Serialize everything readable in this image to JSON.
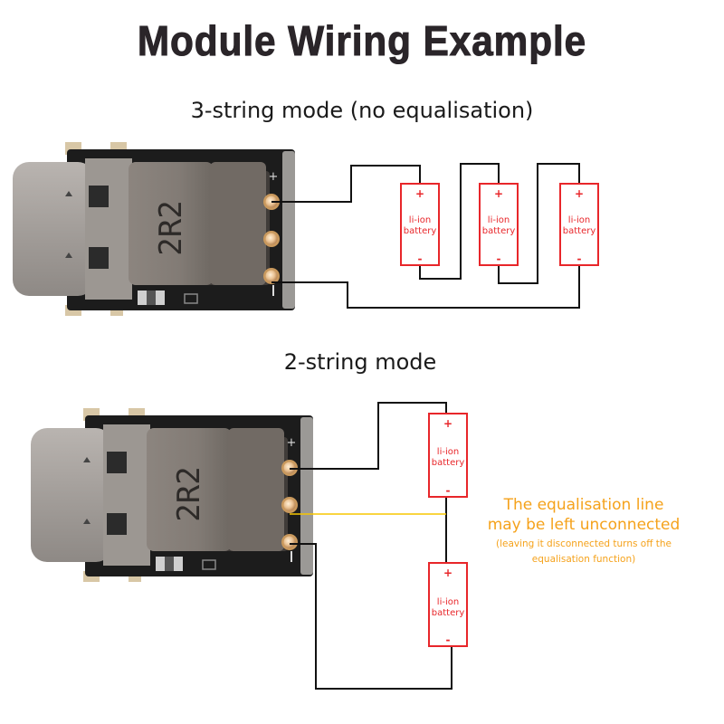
{
  "title": "Module Wiring Example",
  "sections": [
    {
      "heading": "3-string mode (no equalisation)",
      "module": {
        "inductor_marking": "2R2",
        "pins": [
          "+",
          "",
          "-"
        ]
      },
      "batteries": [
        {
          "plus": "+",
          "label_line1": "li-ion",
          "label_line2": "battery",
          "minus": "-"
        },
        {
          "plus": "+",
          "label_line1": "li-ion",
          "label_line2": "battery",
          "minus": "-"
        },
        {
          "plus": "+",
          "label_line1": "li-ion",
          "label_line2": "battery",
          "minus": "-"
        }
      ]
    },
    {
      "heading": "2-string mode",
      "module": {
        "inductor_marking": "2R2",
        "pins": [
          "+",
          "",
          "-"
        ]
      },
      "batteries": [
        {
          "plus": "+",
          "label_line1": "li-ion",
          "label_line2": "battery",
          "minus": "-"
        },
        {
          "plus": "+",
          "label_line1": "li-ion",
          "label_line2": "battery",
          "minus": "-"
        }
      ],
      "note": {
        "line1": "The equalisation line",
        "line2": "may be left unconnected",
        "detail_line1": "(leaving it disconnected turns off the",
        "detail_line2": "equalisation function)"
      }
    }
  ],
  "colors": {
    "title": "#2a2529",
    "battery": "#e8262a",
    "wire": "#111111",
    "equalisation_wire": "#f7c600",
    "note": "#f5a21b"
  }
}
